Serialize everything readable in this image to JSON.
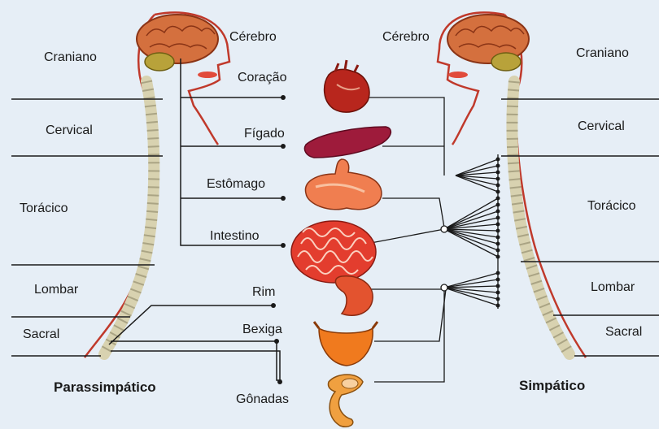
{
  "left": {
    "title": "Parassimpático",
    "regions": [
      "Craniano",
      "Cervical",
      "Torácico",
      "Lombar",
      "Sacral"
    ],
    "brain_label": "Cérebro"
  },
  "right": {
    "title": "Simpático",
    "regions": [
      "Craniano",
      "Cervical",
      "Torácico",
      "Lombar",
      "Sacral"
    ],
    "brain_label": "Cérebro"
  },
  "organs": [
    "Coração",
    "Fígado",
    "Estômago",
    "Intestino",
    "Rim",
    "Bexiga",
    "Gônadas"
  ],
  "colors": {
    "background": "#e6eef6",
    "spine": "#d8d2b0",
    "brain": "#d4703e",
    "body_outline": "#c0392b",
    "nerve": "#1a1a1a"
  }
}
